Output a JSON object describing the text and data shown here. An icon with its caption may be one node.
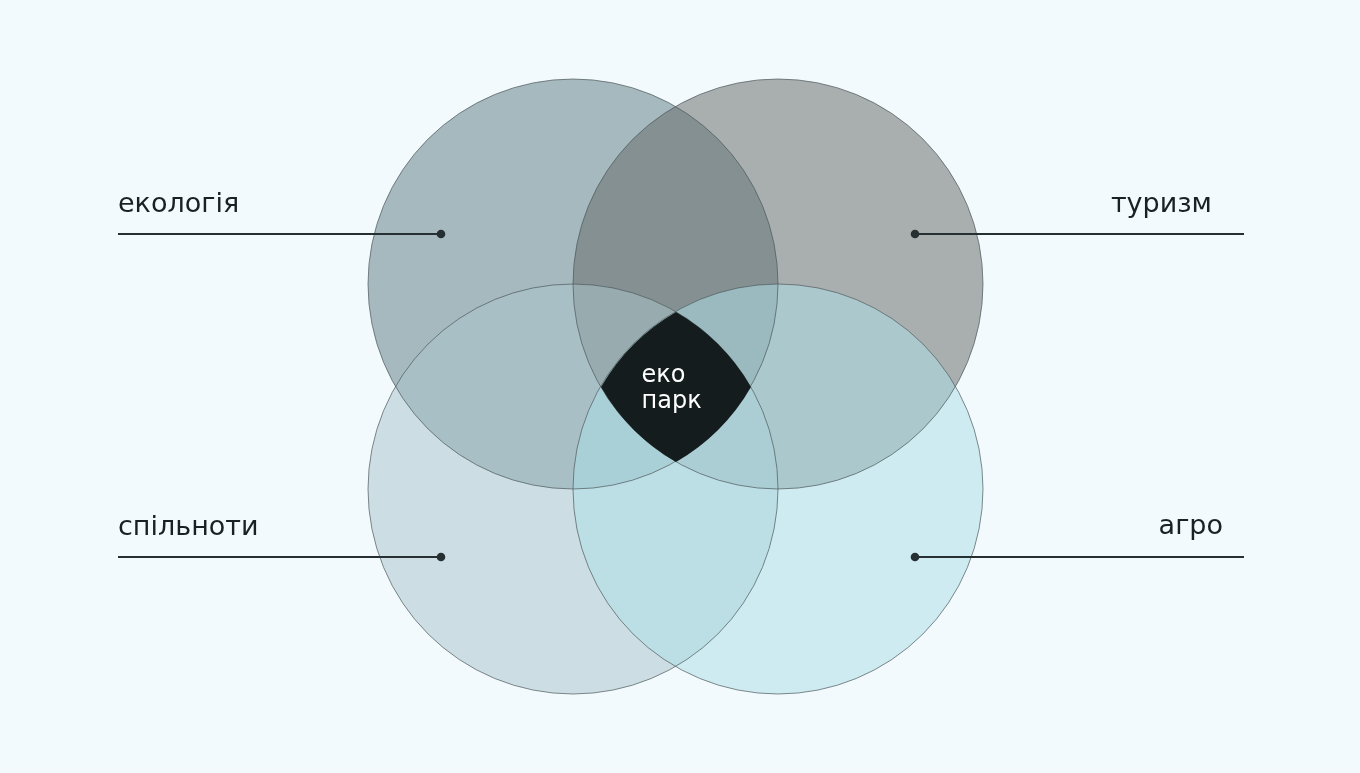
{
  "diagram": {
    "nodes": [
      {
        "text": [
          "екологія"
        ]
      },
      {
        "text": [
          "туризм"
        ]
      },
      {
        "text": [
          "спільноти"
        ]
      },
      {
        "text": [
          "агро"
        ]
      },
      {
        "text": [],
        "shape": "circle"
      },
      {
        "text": [],
        "shape": "circle"
      },
      {
        "text": [],
        "shape": "circle"
      },
      {
        "text": [],
        "shape": "circle"
      },
      {
        "text": [
          "еко парк"
        ]
      }
    ],
    "edges": [
      {
        "from": 0,
        "to": 4,
        "arrow": "other"
      },
      {
        "from": 1,
        "to": 5,
        "arrow": "other"
      },
      {
        "from": 2,
        "to": 6,
        "arrow": "other"
      },
      {
        "from": 3,
        "to": 7,
        "arrow": "other"
      }
    ]
  }
}
